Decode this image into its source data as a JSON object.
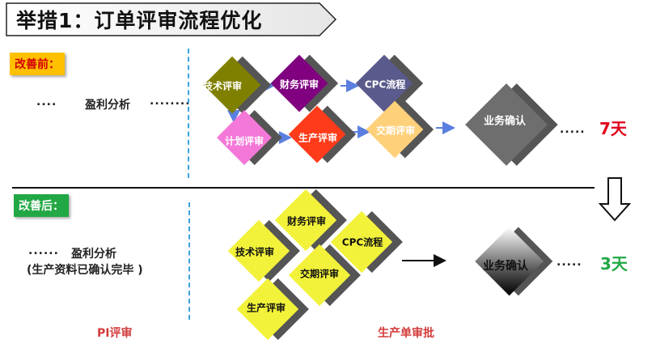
{
  "title": "举措1：订单评审流程优化",
  "before": {
    "tag": "改善前：",
    "leading_dots": "....",
    "analysis": "盈利分析",
    "trailing_dots": "........",
    "steps": [
      "技术评审",
      "财务评审",
      "CPC流程",
      "计划评审",
      "生产评审",
      "交期评审"
    ],
    "final": "业务确认",
    "final_dots": ".....",
    "days": "7天"
  },
  "after": {
    "tag": "改善后：",
    "leading_dots": "......",
    "analysis": "盈利分析",
    "analysis_note": "(生产资料已确认完毕 )",
    "steps": [
      "财务评审",
      "技术评审",
      "CPC流程",
      "交期评审",
      "生产评审"
    ],
    "final": "业务确认",
    "final_dots": ".....",
    "days": "3天"
  },
  "bottom": {
    "pi": "PI评审",
    "batch": "生产单审批"
  },
  "colors": {
    "tech": "#808000",
    "finance": "#800080",
    "cpc": "#5a5a8c",
    "plan": "#f478d8",
    "production": "#ff3b1a",
    "delivery": "#ffd07a",
    "after_step": "#f2f23a",
    "before_days": "#e0001b",
    "after_days": "#21a845"
  }
}
